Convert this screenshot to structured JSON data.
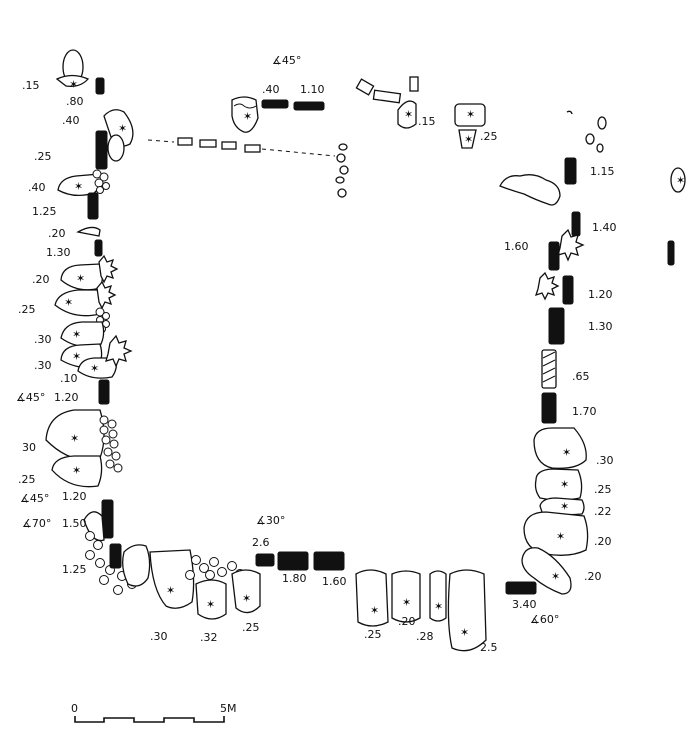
{
  "labels": {
    "nw_top_15": ".15",
    "nw_80": ".80",
    "nw_40a": ".40",
    "w_25a": ".25",
    "w_40": ".40",
    "w_125a": "1.25",
    "w_20a": ".20",
    "w_130a": "1.30",
    "w_20b": ".20",
    "w_25b": ".25",
    "w_30a": ".30",
    "w_30b": ".30",
    "w_10": ".10",
    "w_ang45a": "∡45°",
    "w_120a": "1.20",
    "w_30c": "30",
    "w_25c": ".25",
    "w_ang45b": "∡45°",
    "w_120b": "1.20",
    "w_ang70": "∡70°",
    "w_150": "1.50",
    "sw_125": "1.25",
    "n_ang45": "∡45°",
    "n_40": ".40",
    "n_110": "1.10",
    "n_15": ".15",
    "n_25": ".25",
    "e_115": "1.15",
    "e_140": "1.40",
    "e_160": "1.60",
    "e_120": "1.20",
    "e_130": "1.30",
    "e_65": ".65",
    "e_170": "1.70",
    "e_30": ".30",
    "e_25": ".25",
    "e_22": ".22",
    "e_20a": ".20",
    "e_20b": ".20",
    "s_ang30": "∡30°",
    "s_26": "2.6",
    "s_180": "1.80",
    "s_160": "1.60",
    "s_30": ".30",
    "s_32": ".32",
    "s_25a": ".25",
    "s_25b": ".25",
    "s_20": ".20",
    "s_28": ".28",
    "s_25c": "2.5",
    "s_340": "3.40",
    "s_ang60": "∡60°"
  },
  "scale_bar": {
    "start": "0",
    "end": "5M"
  }
}
